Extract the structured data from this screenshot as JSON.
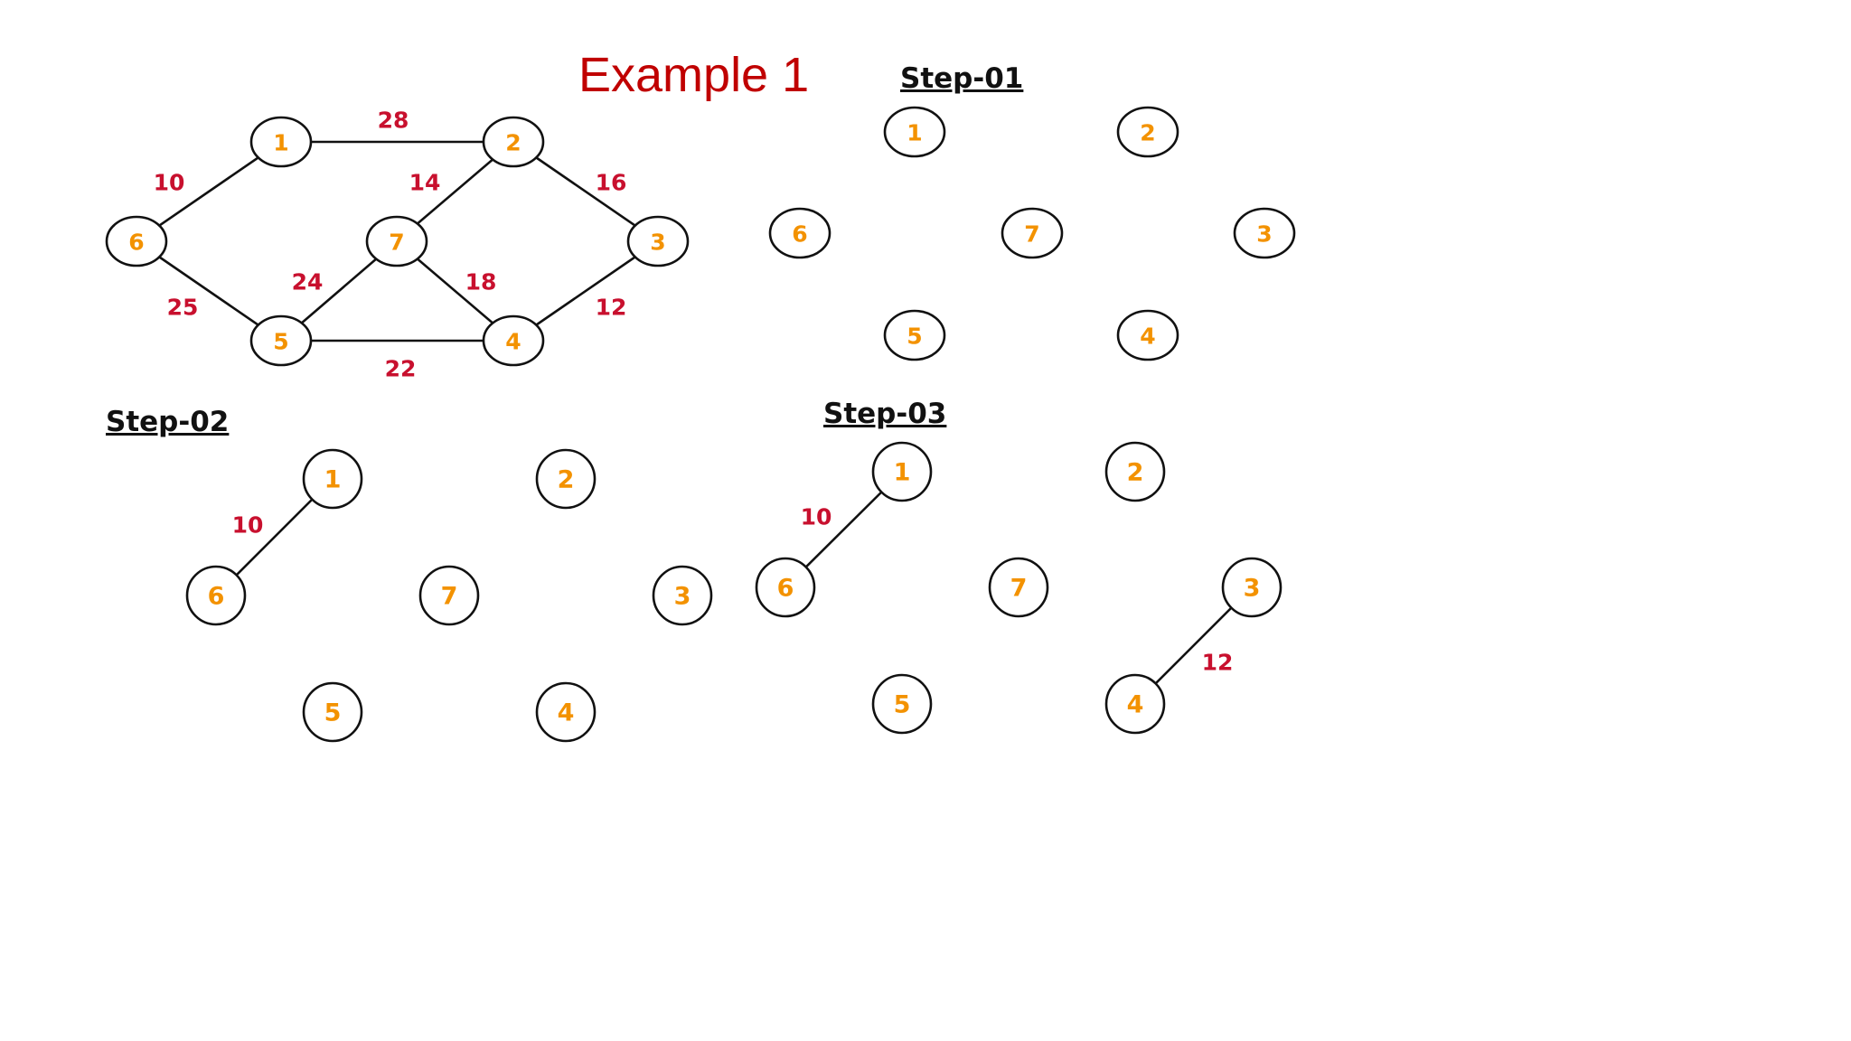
{
  "title": "Example 1",
  "steps": {
    "step01": "Step-01",
    "step02": "Step-02",
    "step03": "Step-03"
  },
  "colors": {
    "title": "#c00000",
    "node_label": "#f39200",
    "weight_label": "#c8102e",
    "line": "#111111"
  },
  "graph": {
    "nodes": [
      "1",
      "2",
      "3",
      "4",
      "5",
      "6",
      "7"
    ],
    "edges": [
      {
        "from": "1",
        "to": "2",
        "weight": "28"
      },
      {
        "from": "1",
        "to": "6",
        "weight": "10"
      },
      {
        "from": "2",
        "to": "7",
        "weight": "14"
      },
      {
        "from": "2",
        "to": "3",
        "weight": "16"
      },
      {
        "from": "7",
        "to": "5",
        "weight": "24"
      },
      {
        "from": "7",
        "to": "4",
        "weight": "18"
      },
      {
        "from": "6",
        "to": "5",
        "weight": "25"
      },
      {
        "from": "3",
        "to": "4",
        "weight": "12"
      },
      {
        "from": "5",
        "to": "4",
        "weight": "22"
      }
    ]
  },
  "step01": {
    "edges": []
  },
  "step02": {
    "edges": [
      {
        "from": "1",
        "to": "6",
        "weight": "10"
      }
    ]
  },
  "step03": {
    "edges": [
      {
        "from": "1",
        "to": "6",
        "weight": "10"
      },
      {
        "from": "3",
        "to": "4",
        "weight": "12"
      }
    ]
  }
}
